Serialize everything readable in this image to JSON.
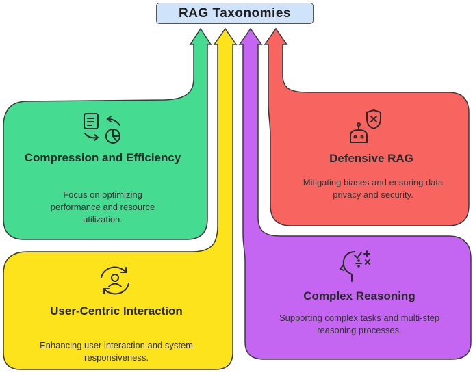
{
  "title": "RAG Taxonomies",
  "colors": {
    "green": "#45dc92",
    "yellow": "#fde31c",
    "purple": "#c466f2",
    "red": "#f8645f",
    "title_bg": "#cfe3fb"
  },
  "cards": [
    {
      "id": "compression",
      "title": "Compression and Efficiency",
      "description": "Focus on optimizing performance and resource utilization.",
      "icon": "document-chart-cycle-icon"
    },
    {
      "id": "user-centric",
      "title": "User-Centric Interaction",
      "description": "Enhancing user interaction and system responsiveness.",
      "icon": "user-refresh-icon"
    },
    {
      "id": "complex-reasoning",
      "title": "Complex Reasoning",
      "description": "Supporting complex tasks and multi-step reasoning processes.",
      "icon": "head-math-icon"
    },
    {
      "id": "defensive",
      "title": "Defensive RAG",
      "description": "Mitigating biases and ensuring data privacy and security.",
      "icon": "robot-shield-icon"
    }
  ]
}
